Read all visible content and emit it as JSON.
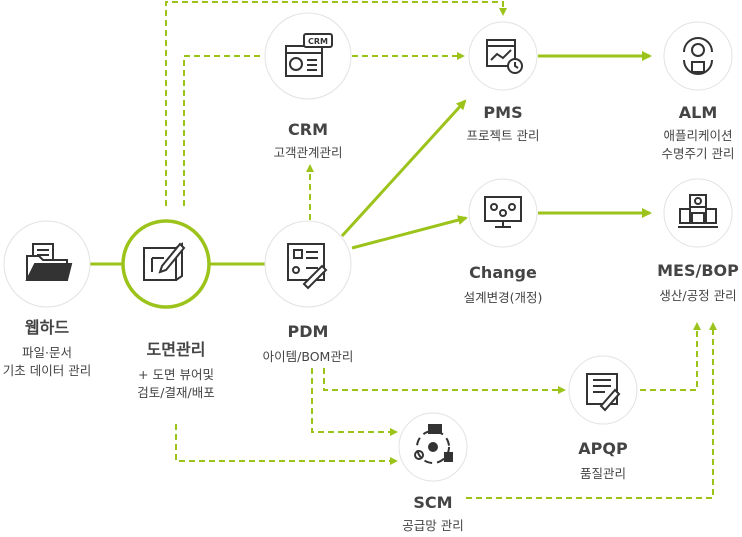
{
  "colors": {
    "accent": "#9bc31a",
    "dash": "#9bc31a",
    "circle_fill": "#ffffff",
    "circle_border": "#e0e0e0",
    "icon_dark": "#333333"
  },
  "nodes": {
    "webhard": {
      "title": "웹하드",
      "sub1": "파일·문서",
      "sub2": "기초 데이터 관리",
      "icon": "folder-icon"
    },
    "drawing": {
      "title": "도면관리",
      "sub1": "+ 도면 뷰어및",
      "sub2": "검토/결재/배포",
      "icon": "drawing-edit-icon"
    },
    "crm": {
      "title": "CRM",
      "sub1": "고객관계관리",
      "icon": "crm-icon"
    },
    "pdm": {
      "title": "PDM",
      "sub1": "아이템/BOM관리",
      "icon": "pdm-icon"
    },
    "pms": {
      "title": "PMS",
      "sub1": "프로젝트 관리",
      "icon": "chart-clock-icon"
    },
    "change": {
      "title": "Change",
      "sub1": "설계변경(개정)",
      "icon": "monitor-settings-icon"
    },
    "alm": {
      "title": "ALM",
      "sub1": "애플리케이션",
      "sub2": "수명주기 관리",
      "icon": "lifecycle-icon"
    },
    "mes": {
      "title": "MES/BOP",
      "sub1": "생산/공정 관리",
      "icon": "factory-icon"
    },
    "apqp": {
      "title": "APQP",
      "sub1": "품질관리",
      "icon": "quality-icon"
    },
    "scm": {
      "title": "SCM",
      "sub1": "공급망 관리",
      "icon": "supply-chain-icon"
    }
  }
}
